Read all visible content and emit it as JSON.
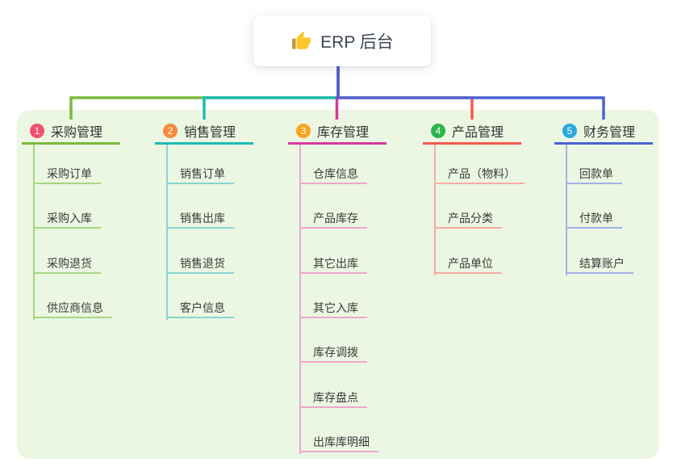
{
  "root": {
    "label": "ERP 后台",
    "icon": "thumbs-up-icon",
    "icon_colors": {
      "hand": "#fcc62c",
      "sleeve": "#cf9434"
    }
  },
  "colors": {
    "page_background": "#ffffff",
    "panel_background": "#ebf7e3",
    "root_connector": "#4a63d3",
    "root_text": "#3c4654",
    "branch_label_text": "#333333",
    "child_text": "#3a3a3a"
  },
  "branches": [
    {
      "index": "1",
      "label": "采购管理",
      "badge_color": "#f1516e",
      "line_color": "#7cb93e",
      "light_color": "#a8d582",
      "children": [
        "采购订单",
        "采购入库",
        "采购退货",
        "供应商信息"
      ]
    },
    {
      "index": "2",
      "label": "销售管理",
      "badge_color": "#f68a3c",
      "line_color": "#1dbcb3",
      "light_color": "#84d7cf",
      "children": [
        "销售订单",
        "销售出库",
        "销售退货",
        "客户信息"
      ]
    },
    {
      "index": "3",
      "label": "库存管理",
      "badge_color": "#f9a51d",
      "line_color": "#d8389d",
      "light_color": "#efa6cf",
      "children": [
        "仓库信息",
        "产品库存",
        "其它出库",
        "其它入库",
        "库存调拨",
        "库存盘点",
        "出库库明细"
      ]
    },
    {
      "index": "4",
      "label": "产品管理",
      "badge_color": "#2cb54b",
      "line_color": "#f4594f",
      "light_color": "#f8aba5",
      "children": [
        "产品（物料）",
        "产品分类",
        "产品单位"
      ]
    },
    {
      "index": "5",
      "label": "财务管理",
      "badge_color": "#29a9e1",
      "line_color": "#4a63d3",
      "light_color": "#a3b1e8",
      "children": [
        "回款单",
        "付款单",
        "结算账户"
      ]
    }
  ]
}
